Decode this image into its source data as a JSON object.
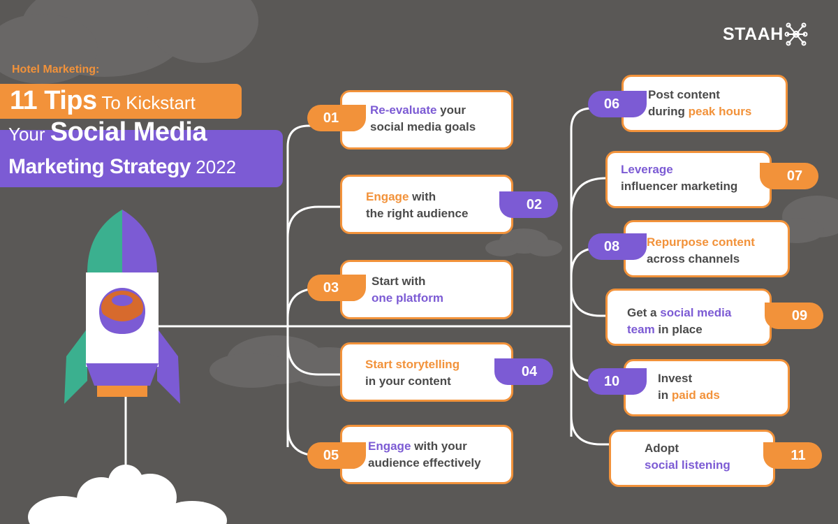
{
  "header": {
    "subtitle": "Hotel Marketing:",
    "title_line1_bold": "11 Tips",
    "title_line1_rest": " To Kickstart",
    "title_line2_light": "Your ",
    "title_line2_bold": "Social Media",
    "title_line3_bold": "Marketing Strategy",
    "title_line3_rest": " 2022"
  },
  "brand": {
    "name": "STAAH",
    "icon": "network-nodes-icon"
  },
  "tips": [
    {
      "number": "01",
      "line1_hl": "Re-evaluate",
      "line1_rest": " your",
      "line2": "social media goals"
    },
    {
      "number": "02",
      "line1_hl": "Engage",
      "line1_rest": " with",
      "line2": "the right audience"
    },
    {
      "number": "03",
      "line1": "Start with",
      "line2_hl": "one platform"
    },
    {
      "number": "04",
      "line1_hl": "Start storytelling",
      "line2": "in your content"
    },
    {
      "number": "05",
      "line1_hl": "Engage",
      "line1_rest": " with your",
      "line2": "audience effectively"
    },
    {
      "number": "06",
      "line1": "Post content",
      "line2_pre": "during ",
      "line2_hl": "peak hours"
    },
    {
      "number": "07",
      "line1_hl": "Leverage",
      "line2": "influencer marketing"
    },
    {
      "number": "08",
      "line1_hl": "Repurpose content",
      "line2": "across channels"
    },
    {
      "number": "09",
      "line1_pre": "Get a ",
      "line1_hl": "social media",
      "line2_hl": "team",
      "line2_rest": " in place"
    },
    {
      "number": "10",
      "line1": "Invest",
      "line2_pre": "in ",
      "line2_hl": "paid ads"
    },
    {
      "number": "11",
      "line1": "Adopt",
      "line2_hl": "social listening"
    }
  ],
  "colors": {
    "background": "#5a5856",
    "orange": "#f2923a",
    "purple": "#7c5bd4",
    "teal": "#3bb08f",
    "white": "#ffffff",
    "cloud": "#696766"
  },
  "illustration": {
    "icon": "rocket-icon"
  }
}
